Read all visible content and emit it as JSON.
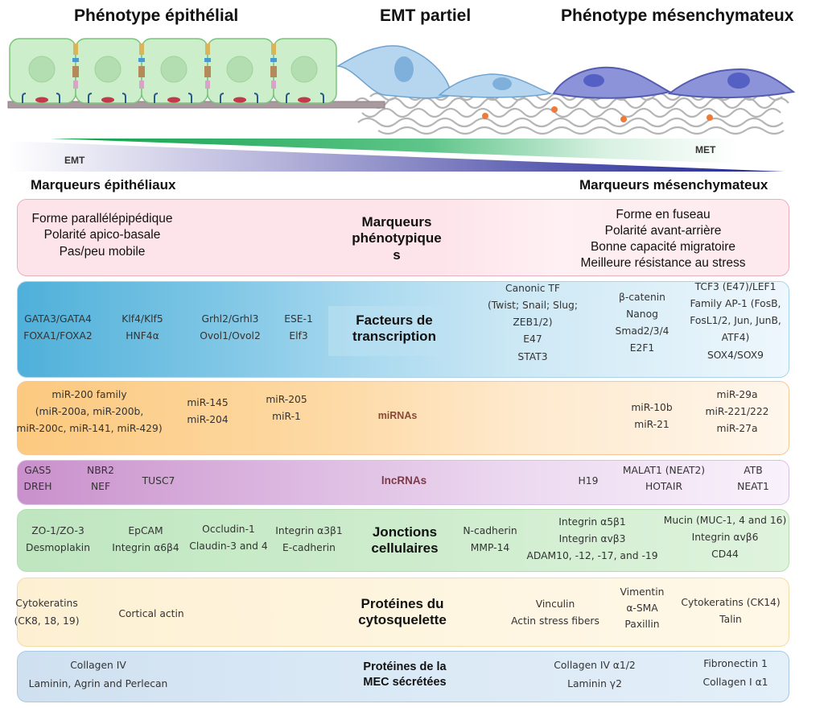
{
  "headers": {
    "epithelial": "Phénotype épithélial",
    "partial": "EMT partiel",
    "mesenchymal": "Phénotype mésenchymateux"
  },
  "gradient_labels": {
    "emt": "EMT",
    "met": "MET"
  },
  "marker_headers": {
    "epithelial": "Marqueurs épithéliaux",
    "mesenchymal": "Marqueurs mésenchymateux"
  },
  "colors": {
    "emt_gradient": "#3a3a9a",
    "met_gradient": "#1fae5a",
    "epithelial_cell": "#cdeecb",
    "partial_cell": "#a9cdea",
    "mesenchymal_cell": "#7b82d1"
  },
  "rows": {
    "phenotype": {
      "category": [
        "Marqueurs",
        "phénotypique",
        "s"
      ],
      "epithelial": [
        "Forme parallélépipédique",
        "Polarité apico-basale",
        "Pas/peu mobile"
      ],
      "mesenchymal": [
        "Forme en fuseau",
        "Polarité avant-arrière",
        "Bonne capacité migratoire",
        "Meilleure résistance au stress"
      ]
    },
    "transcription": {
      "category": [
        "Facteurs de",
        "transcription"
      ],
      "epithelial": [
        [
          "GATA3/GATA4",
          "FOXA1/FOXA2"
        ],
        [
          "Klf4/Klf5",
          "HNF4α"
        ],
        [
          "Grhl2/Grhl3",
          "Ovol1/Ovol2"
        ],
        [
          "ESE-1",
          "Elf3"
        ]
      ],
      "mesenchymal": [
        [
          "Canonic TF",
          "(Twist; Snail; Slug;",
          "ZEB1/2)",
          "E47",
          "STAT3"
        ],
        [
          "β-catenin",
          "Nanog",
          "Smad2/3/4",
          "E2F1"
        ],
        [
          "TCF3 (E47)/LEF1",
          "Family AP-1 (FosB,",
          "FosL1/2, Jun, JunB,",
          "ATF4)",
          "SOX4/SOX9"
        ]
      ]
    },
    "mirna": {
      "category": [
        "miRNAs"
      ],
      "epithelial": [
        [
          "miR-200 family",
          "(miR-200a, miR-200b,",
          "miR-200c, miR-141, miR-429)"
        ],
        [
          "miR-145",
          "miR-204"
        ],
        [
          "miR-205",
          "miR-1"
        ]
      ],
      "mesenchymal": [
        [
          "miR-10b",
          "miR-21"
        ],
        [
          "miR-29a",
          "miR-221/222",
          "miR-27a"
        ]
      ]
    },
    "lncrna": {
      "category": [
        "lncRNAs"
      ],
      "epithelial": [
        [
          "GAS5",
          "DREH"
        ],
        [
          "NBR2",
          "NEF"
        ],
        [
          "TUSC7"
        ]
      ],
      "mesenchymal": [
        [
          "H19"
        ],
        [
          "MALAT1 (NEAT2)",
          "HOTAIR"
        ],
        [
          "ATB",
          "NEAT1"
        ]
      ]
    },
    "junctions": {
      "category": [
        "Jonctions",
        "cellulaires"
      ],
      "epithelial": [
        [
          "ZO-1/ZO-3",
          "Desmoplakin"
        ],
        [
          "EpCAM",
          "Integrin α6β4"
        ],
        [
          "Occludin-1",
          "Claudin-3 and 4"
        ],
        [
          "Integrin α3β1",
          "E-cadherin"
        ]
      ],
      "mesenchymal": [
        [
          "N-cadherin",
          "MMP-14"
        ],
        [
          "Integrin α5β1",
          "Integrin αvβ3",
          "ADAM10, -12, -17, and  -19"
        ],
        [
          "Mucin (MUC-1, 4 and 16)",
          "Integrin αvβ6",
          "CD44"
        ]
      ]
    },
    "cytoskeleton": {
      "category": [
        "Protéines du",
        "cytosquelette"
      ],
      "epithelial": [
        [
          "Cytokeratins",
          "(CK8, 18, 19)"
        ],
        [
          "Cortical actin"
        ]
      ],
      "mesenchymal": [
        [
          "Vinculin",
          "Actin stress fibers"
        ],
        [
          "Vimentin",
          "α-SMA",
          "Paxillin"
        ],
        [
          "Cytokeratins (CK14)",
          "Talin"
        ]
      ]
    },
    "ecm": {
      "category": [
        "Protéines de la",
        "MEC sécrétées"
      ],
      "epithelial": [
        [
          "Collagen IV",
          "Laminin, Agrin and Perlecan"
        ]
      ],
      "mesenchymal": [
        [
          "Collagen IV α1/2",
          "Laminin γ2"
        ],
        [
          "Fibronectin 1",
          "Collagen I α1"
        ]
      ]
    }
  }
}
